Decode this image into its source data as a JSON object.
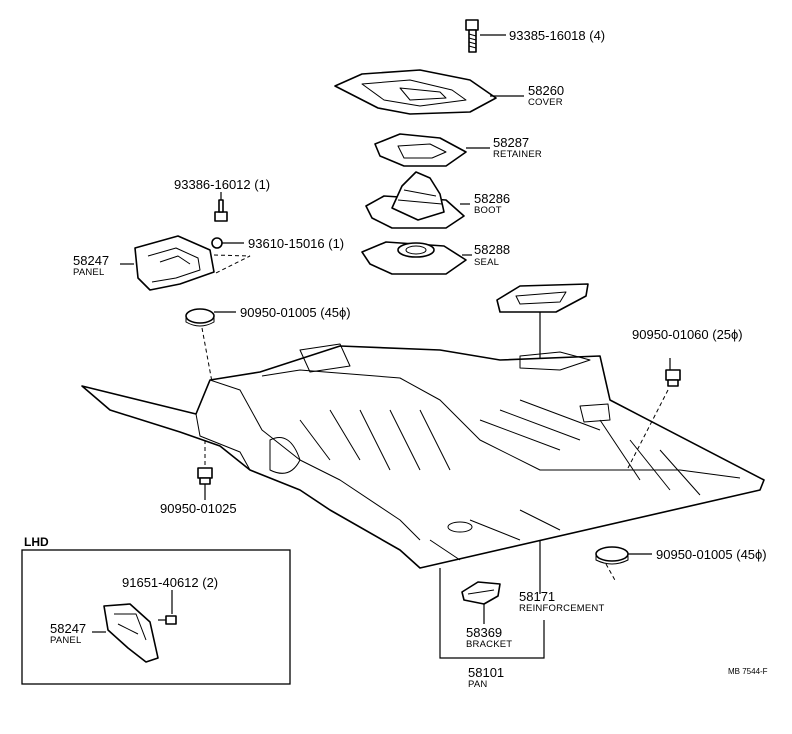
{
  "callouts": {
    "bolt_93385": {
      "number": "93385-16018 (4)"
    },
    "cover": {
      "number": "58260",
      "name": "COVER"
    },
    "retainer": {
      "number": "58287",
      "name": "RETAINER"
    },
    "boot": {
      "number": "58286",
      "name": "BOOT"
    },
    "seal": {
      "number": "58288",
      "name": "SEAL"
    },
    "bolt_93386": {
      "number": "93386-16012 (1)"
    },
    "screw_93610": {
      "number": "93610-15016 (1)"
    },
    "panel": {
      "number": "58247",
      "name": "PANEL"
    },
    "plug_90950_01005_top": {
      "number": "90950-01005 (45ϕ)"
    },
    "plug_90950_01060": {
      "number": "90950-01060 (25ϕ)"
    },
    "plug_90950_01025": {
      "number": "90950-01025"
    },
    "plug_90950_01005_bottom": {
      "number": "90950-01005 (45ϕ)"
    },
    "reinforcement": {
      "number": "58171",
      "name": "REINFORCEMENT"
    },
    "bracket": {
      "number": "58369",
      "name": "BRACKET"
    },
    "pan": {
      "number": "58101",
      "name": "PAN"
    }
  },
  "lhd_box": {
    "title": "LHD",
    "bolt": {
      "number": "91651-40612 (2)"
    },
    "panel": {
      "number": "58247",
      "name": "PANEL"
    }
  },
  "drawing_code": "MB 7544-F"
}
